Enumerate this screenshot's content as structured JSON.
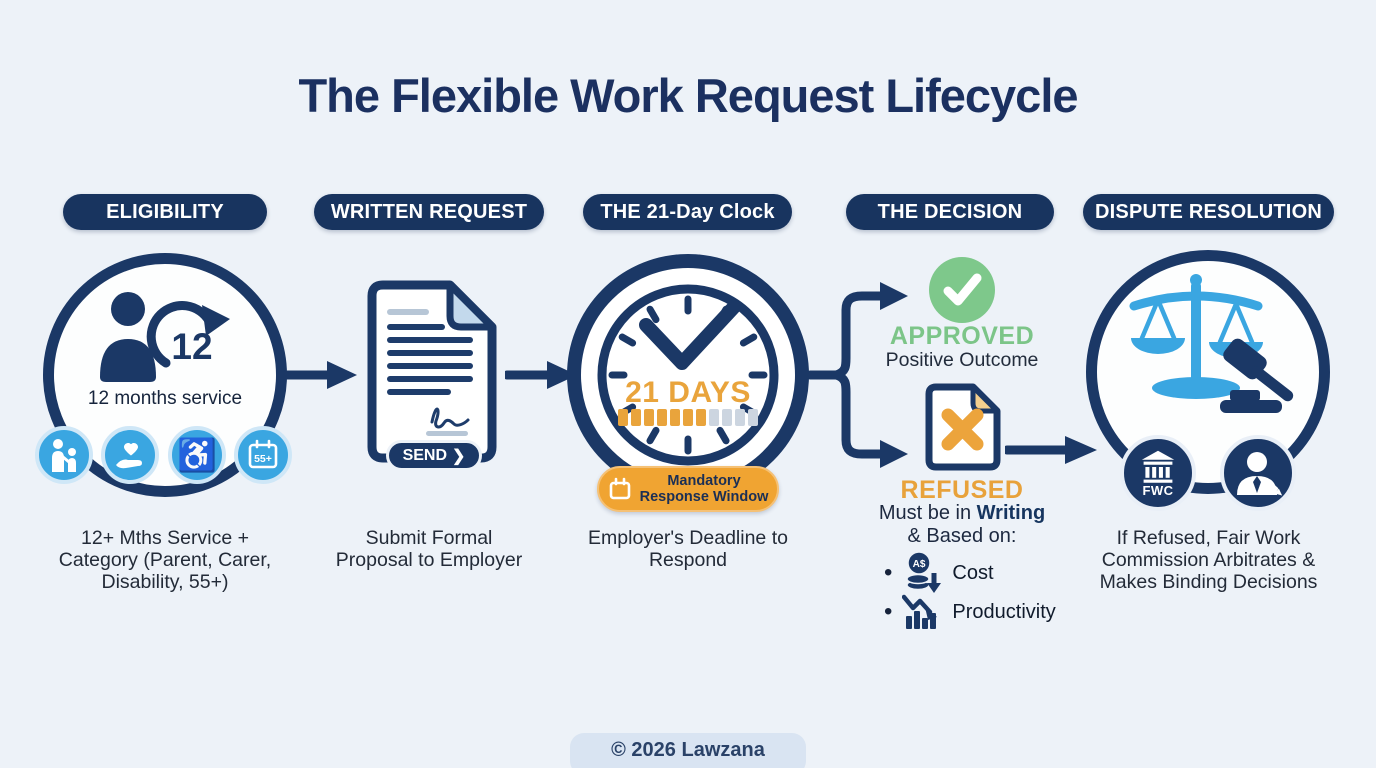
{
  "title": "The Flexible Work Request Lifecycle",
  "footer": "© 2026 Lawzana",
  "colors": {
    "navy": "#1b3866",
    "light_blue": "#3aa6e1",
    "orange": "#eda43c",
    "green": "#7ec88b",
    "background": "#edf2f8"
  },
  "stages": [
    {
      "label": "ELIGIBILITY",
      "caption": "12+ Mths Service + Category (Parent, Carer, Disability, 55+)"
    },
    {
      "label": "WRITTEN REQUEST",
      "caption": "Submit Formal Proposal to Employer"
    },
    {
      "label": "THE 21-Day Clock",
      "caption": "Employer's Deadline to Respond"
    },
    {
      "label": "THE DECISION"
    },
    {
      "label": "DISPUTE RESOLUTION",
      "caption": "If Refused, Fair Work Commission Arbitrates & Makes Binding Decisions"
    }
  ],
  "eligibility": {
    "cycle_number": "12",
    "service_label": "12 months service",
    "age_badge": "55+",
    "wheelchair_glyph": "♿"
  },
  "written_request": {
    "send_label": "SEND",
    "send_chevron": "❯"
  },
  "clock": {
    "days_label": "21 DAYS",
    "progress_filled": 7,
    "progress_total": 11,
    "badge_line1": "Mandatory",
    "badge_line2": "Response Window"
  },
  "decision": {
    "approved": {
      "label": "APPROVED",
      "subtitle": "Positive Outcome"
    },
    "refused": {
      "label": "REFUSED",
      "writing_prefix": "Must be in",
      "writing_word": "Writing",
      "based_on": "& Based on:",
      "bullet_glyph": "•",
      "reasons": [
        {
          "label": "Cost",
          "icon_text": "A$"
        },
        {
          "label": "Productivity"
        }
      ]
    }
  },
  "dispute": {
    "fwc_label": "FWC"
  }
}
